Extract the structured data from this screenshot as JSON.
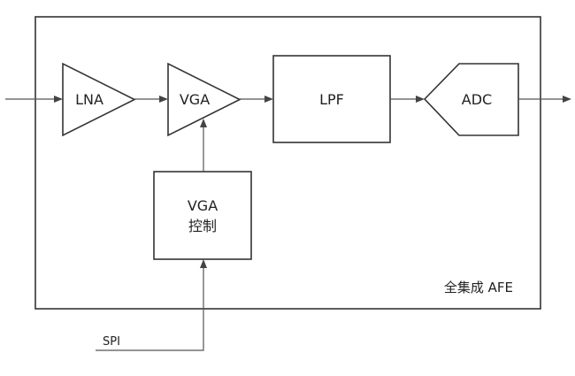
{
  "blocks": {
    "lna": "LNA",
    "vga": "VGA",
    "lpf": "LPF",
    "adc": "ADC",
    "vga_control_line1": "VGA",
    "vga_control_line2": "控制"
  },
  "enclosure_label": "全集成 AFE",
  "input_label": "SPI",
  "colors": {
    "line": "#333333",
    "background": "#ffffff"
  }
}
